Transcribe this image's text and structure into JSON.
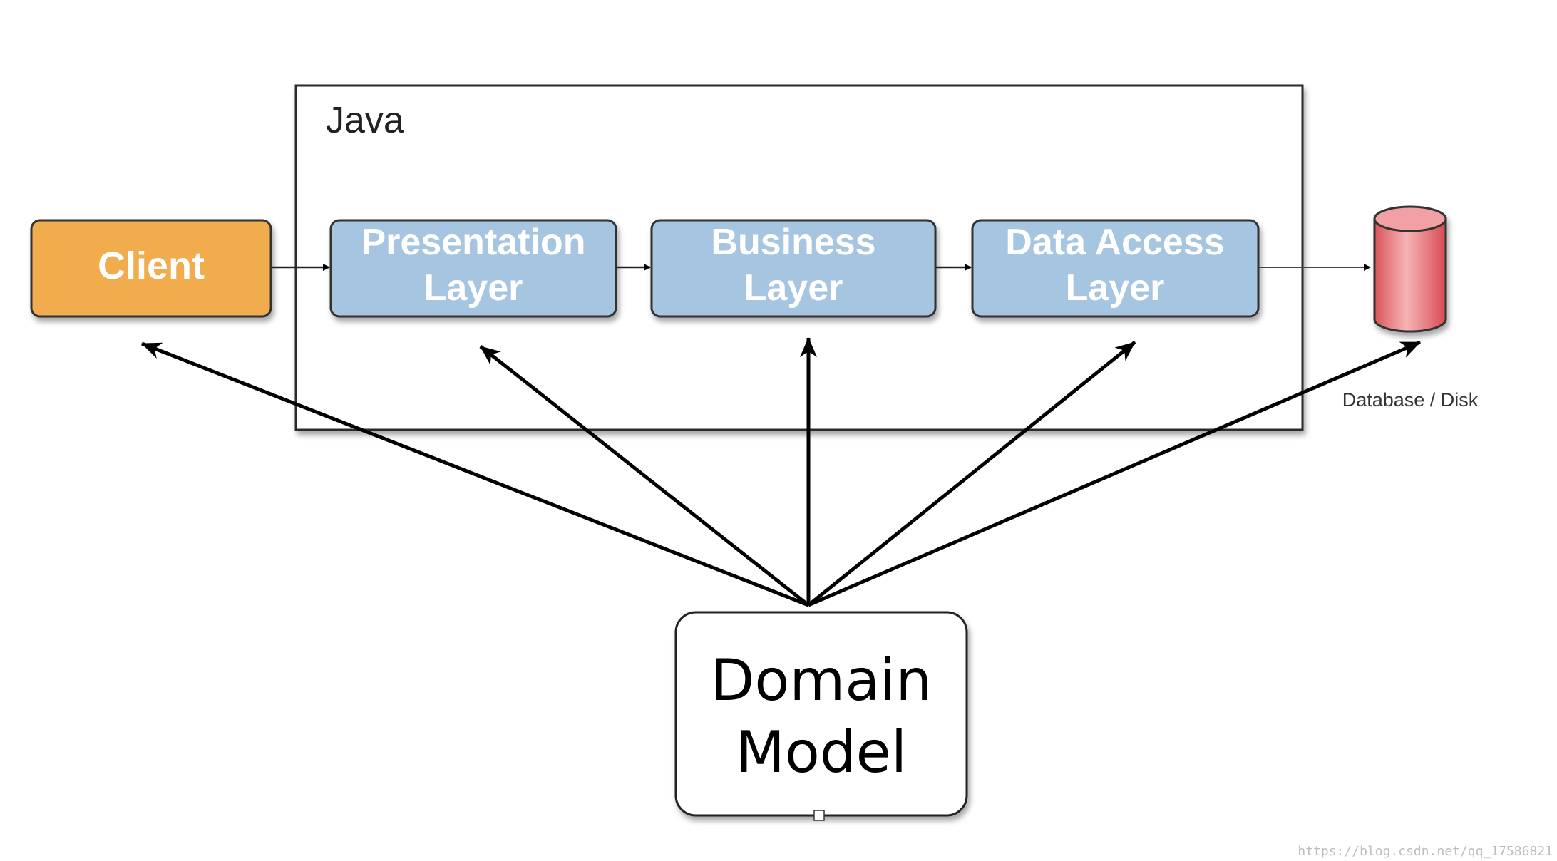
{
  "java_container": {
    "label": "Java"
  },
  "client": {
    "label": "Client",
    "color": "#F0AC4E"
  },
  "layers": [
    {
      "id": "presentation",
      "lines": [
        "Presentation",
        "Layer"
      ]
    },
    {
      "id": "business",
      "lines": [
        "Business",
        "Layer"
      ]
    },
    {
      "id": "data-access",
      "lines": [
        "Data Access",
        "Layer"
      ]
    }
  ],
  "layer_color": "#A6C5E0",
  "database": {
    "label": "Database / Disk",
    "color": "#E56A6E",
    "icon": "database-cylinder-icon"
  },
  "domain_model": {
    "lines": [
      "Domain",
      "Model"
    ]
  },
  "watermark": "https://blog.csdn.net/qq_17586821"
}
